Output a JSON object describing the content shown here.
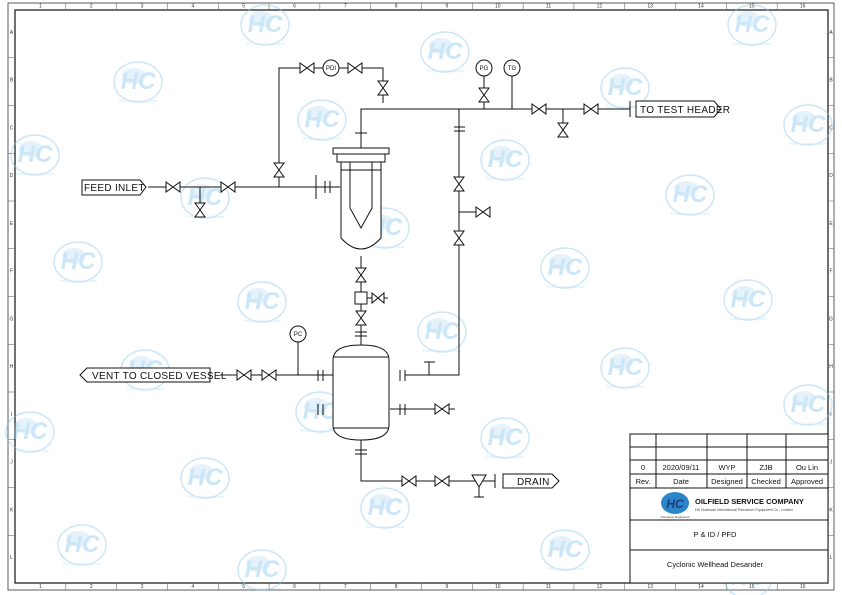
{
  "title_block": {
    "revision_row": {
      "rev": "0",
      "date": "2020/09/11",
      "designed": "WYP",
      "checked": "ZJB",
      "approved": "Ou Lin"
    },
    "header_row": {
      "rev": "Rev.",
      "date": "Date",
      "designed": "Designed",
      "checked": "Checked",
      "approved": "Approved"
    },
    "company_name": "OILFIELD SERVICE COMPANY",
    "company_subtitle": "HK Huichuan International Petroleum Equipment Co., Limited",
    "logo_text": "HC",
    "logo_subtext": "Petroleum Equipment",
    "drawing_type": "P & ID / PFD",
    "drawing_title": "Cyclonic Wellhead Desander"
  },
  "line_tags": {
    "feed_inlet": "FEED INLET",
    "to_test_header": "TO TEST HEADER",
    "vent": "VENT TO CLOSED VESSEL",
    "drain": "DRAIN"
  },
  "instruments": {
    "pdi": "PDI",
    "pg": "PG",
    "tg": "TG",
    "pc": "PC"
  },
  "border_columns": [
    "1",
    "2",
    "3",
    "4",
    "5",
    "6",
    "7",
    "8",
    "9",
    "10",
    "11",
    "12",
    "13",
    "14",
    "15",
    "16"
  ],
  "border_rows": [
    "A",
    "B",
    "C",
    "D",
    "E",
    "F",
    "G",
    "H",
    "I",
    "J",
    "K",
    "L"
  ],
  "watermark": {
    "logo_text": "HC",
    "caption": "Petroleum Equipment",
    "color": "#8ec9ee"
  }
}
